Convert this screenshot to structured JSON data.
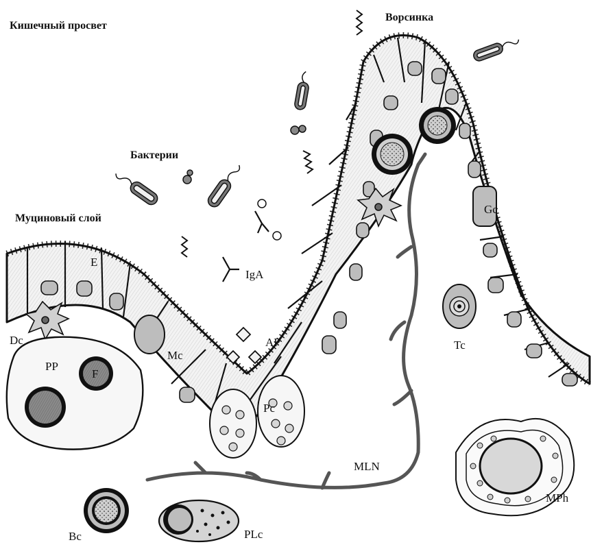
{
  "titles": {
    "lumen": "Кишечный просвет",
    "villus": "Ворсинка",
    "bacteria": "Бактерии",
    "mucus": "Муциновый слой"
  },
  "labels": {
    "E": "E",
    "Dc": "Dc",
    "PP": "PP",
    "F": "F",
    "Mc": "Mc",
    "IgA": "IgA",
    "AP": "AP",
    "Pc": "Pc",
    "Gc": "Gc",
    "Tc": "Tc",
    "MLN": "MLN",
    "MPh": "MPh",
    "Bc": "Bc",
    "PLc": "PLc"
  }
}
